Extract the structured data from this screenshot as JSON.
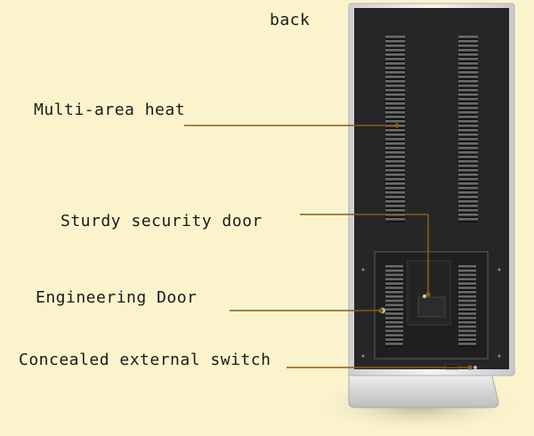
{
  "diagram": {
    "title": "back",
    "callouts": [
      {
        "id": "multi-area-heat",
        "text": "Multi-area heat"
      },
      {
        "id": "sturdy-security-door",
        "text": "Sturdy security door"
      },
      {
        "id": "engineering-door",
        "text": "Engineering Door"
      },
      {
        "id": "concealed-external-switch",
        "text": "Concealed external switch"
      }
    ],
    "colors": {
      "background": "#faf3cc",
      "panel": "#262626",
      "frame": "#e2e2e4",
      "leader": "#8a5c14"
    }
  }
}
